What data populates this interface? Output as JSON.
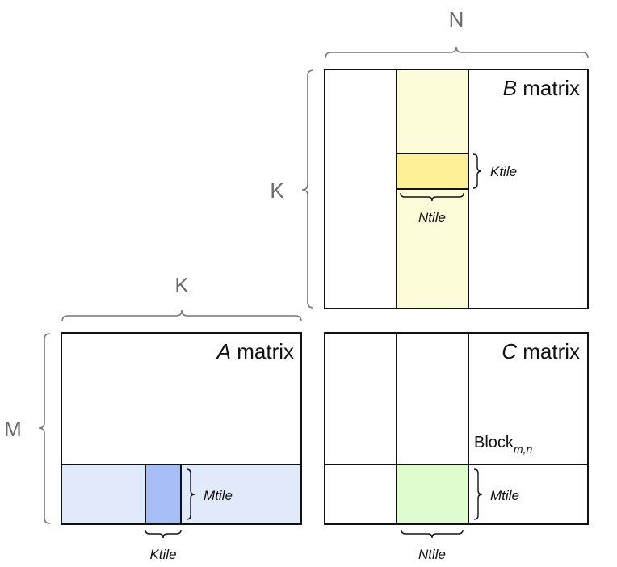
{
  "diagram": {
    "colors": {
      "b_column": "#fdfcd9",
      "b_tile": "#fdf096",
      "a_band": "#e1eafb",
      "a_tile": "#a8bef6",
      "c_tile": "#dffccf",
      "dimension_label": "#6b6b6b",
      "outline": "#111111"
    },
    "dimensions": {
      "b_width": "N",
      "b_height": "K",
      "a_width": "K",
      "a_height": "M"
    },
    "matrices": {
      "b": {
        "italic": "B",
        "rest": " matrix"
      },
      "a": {
        "italic": "A",
        "rest": " matrix"
      },
      "c": {
        "italic": "C",
        "rest": " matrix"
      }
    },
    "tiles": {
      "b_ktile": "Ktile",
      "b_ntile": "Ntile",
      "a_mtile": "Mtile",
      "a_ktile": "Ktile",
      "c_mtile": "Mtile",
      "c_ntile": "Ntile"
    },
    "block_label": {
      "main": "Block",
      "subscript": "m,n"
    }
  }
}
